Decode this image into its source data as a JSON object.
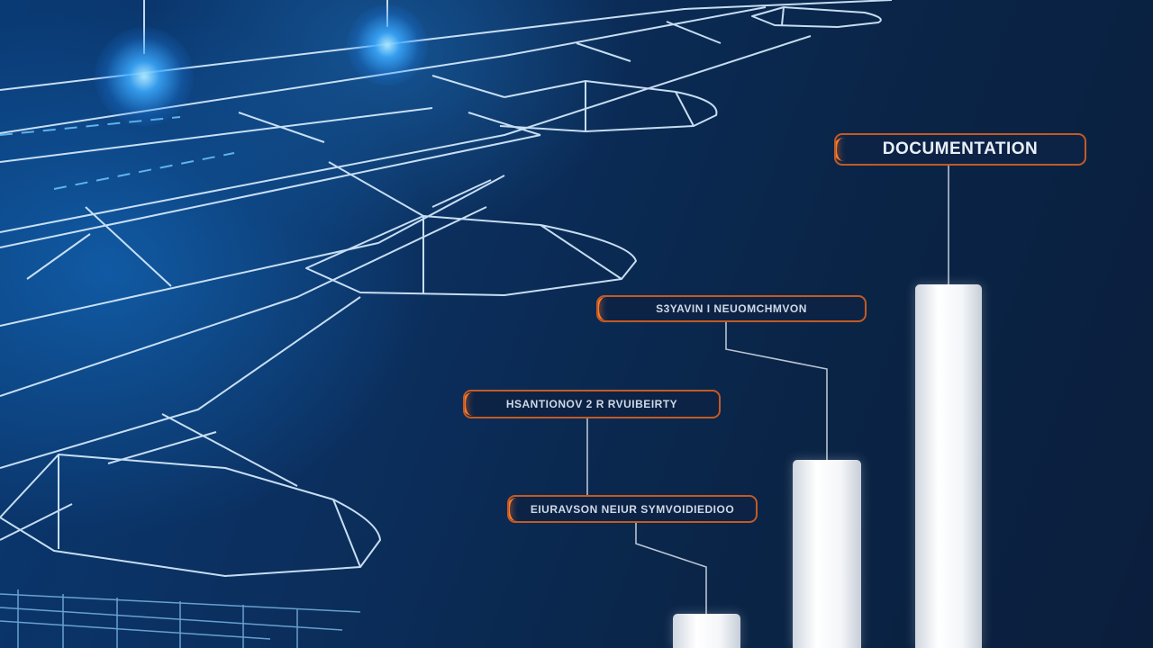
{
  "labels": {
    "documentation": "DOCUMENTATION",
    "label_2": "S3YAVIN I NEUOMCHMVON",
    "label_3": "HSANTIONOV 2 R RVUIBEIRTY",
    "label_4": "EIURAVSON NEIUR SYMVOIDIEDIOO"
  },
  "colors": {
    "background": "#0b2547",
    "wireframe": "#d7ecff",
    "glow": "#3aa8ff",
    "label_border": "#c45a22",
    "label_accent": "#ff7a2a",
    "bar": "#f4f6f9"
  }
}
